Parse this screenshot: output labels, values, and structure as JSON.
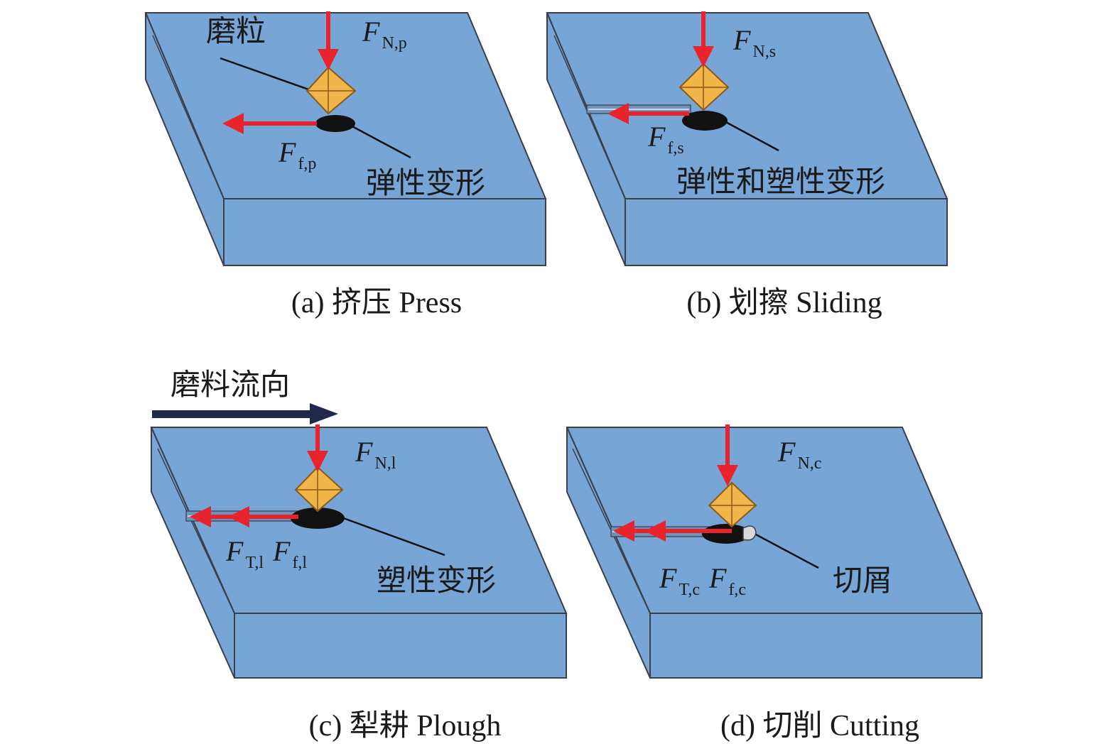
{
  "panels": {
    "a": {
      "caption": "(a) 挤压 Press",
      "grain_label": "磨粒",
      "normal_force": {
        "main": "F",
        "sub": "N,p"
      },
      "friction_force": {
        "main": "F",
        "sub": "f,p"
      },
      "deformation_label": "弹性变形"
    },
    "b": {
      "caption": "(b) 划擦 Sliding",
      "normal_force": {
        "main": "F",
        "sub": "N,s"
      },
      "friction_force": {
        "main": "F",
        "sub": "f,s"
      },
      "deformation_label": "弹性和塑性变形"
    },
    "c": {
      "caption": "(c) 犁耕 Plough",
      "flow_label": "磨料流向",
      "normal_force": {
        "main": "F",
        "sub": "N,l"
      },
      "tangential_force": {
        "main": "F",
        "sub": "T,l"
      },
      "friction_force": {
        "main": "F",
        "sub": "f,l"
      },
      "deformation_label": "塑性变形"
    },
    "d": {
      "caption": "(d) 切削 Cutting",
      "normal_force": {
        "main": "F",
        "sub": "N,c"
      },
      "tangential_force": {
        "main": "F",
        "sub": "T,c"
      },
      "friction_force": {
        "main": "F",
        "sub": "f,c"
      },
      "chip_label": "切屑"
    }
  },
  "colors": {
    "workpiece_top": "#76a5d6",
    "workpiece_side": "#76a5d6",
    "workpiece_edge": "#3a3f4a",
    "grain_fill": "#f2b54a",
    "grain_stroke": "#8a5a18",
    "force_arrow": "#e8232b",
    "flow_arrow": "#1f2a4a",
    "contact_zone": "#111111"
  }
}
